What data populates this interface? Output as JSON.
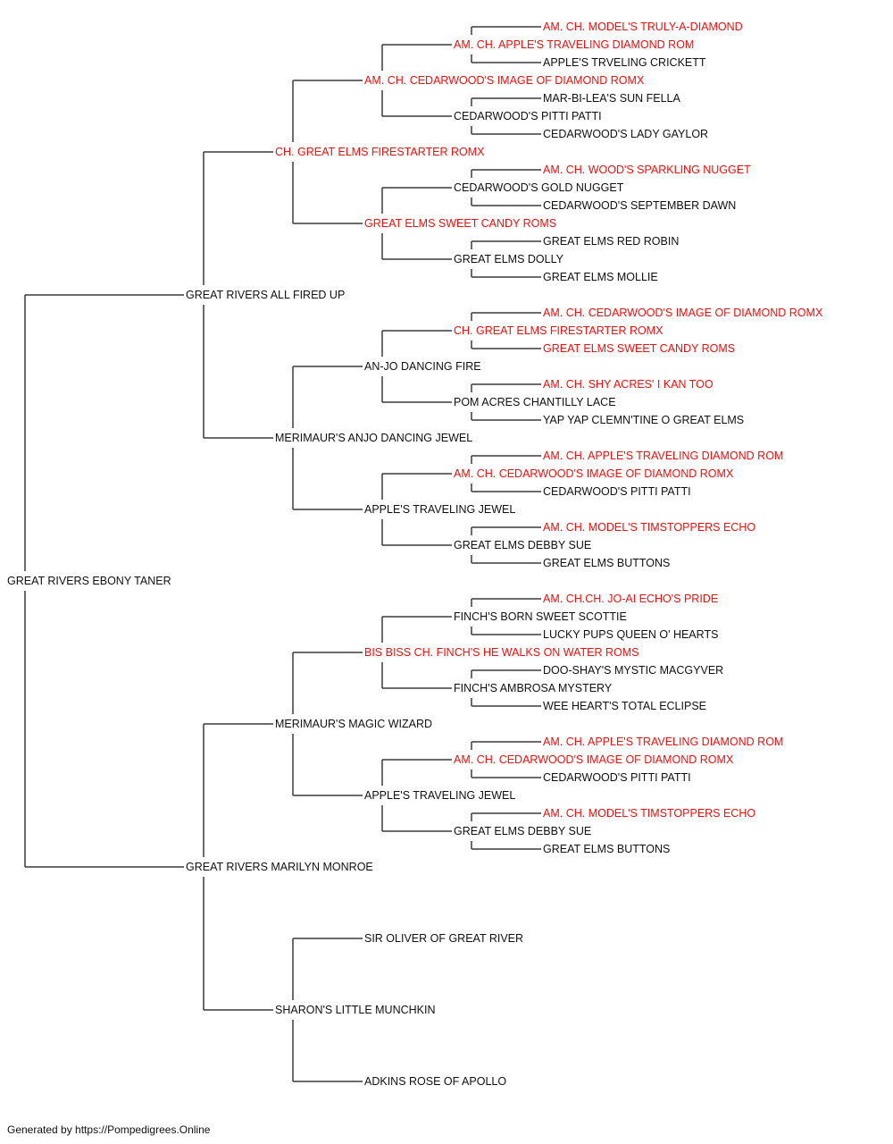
{
  "colors": {
    "champion": "#ee1111",
    "normal": "#111111",
    "connector": "#3c3c3c"
  },
  "pedigree": {
    "name": "GREAT RIVERS EBONY TANER",
    "champion": false,
    "sire": {
      "name": "GREAT RIVERS ALL FIRED UP",
      "champion": false,
      "sire": {
        "name": "CH. GREAT ELMS FIRESTARTER ROMX",
        "champion": true,
        "sire": {
          "name": "AM. CH. CEDARWOOD'S IMAGE OF DIAMOND ROMX",
          "champion": true,
          "sire": {
            "name": "AM. CH. APPLE'S TRAVELING DIAMOND ROM",
            "champion": true,
            "sire": {
              "name": "AM. CH. MODEL'S TRULY-A-DIAMOND",
              "champion": true
            },
            "dam": {
              "name": "APPLE'S TRVELING CRICKETT",
              "champion": false
            }
          },
          "dam": {
            "name": "CEDARWOOD'S PITTI PATTI",
            "champion": false,
            "sire": {
              "name": "MAR-BI-LEA'S SUN FELLA",
              "champion": false
            },
            "dam": {
              "name": "CEDARWOOD'S LADY GAYLOR",
              "champion": false
            }
          }
        },
        "dam": {
          "name": "GREAT ELMS SWEET CANDY ROMS",
          "champion": true,
          "sire": {
            "name": "CEDARWOOD'S GOLD NUGGET",
            "champion": false,
            "sire": {
              "name": "AM. CH. WOOD'S SPARKLING NUGGET",
              "champion": true
            },
            "dam": {
              "name": "CEDARWOOD'S SEPTEMBER DAWN",
              "champion": false
            }
          },
          "dam": {
            "name": "GREAT ELMS DOLLY",
            "champion": false,
            "sire": {
              "name": "GREAT ELMS RED ROBIN",
              "champion": false
            },
            "dam": {
              "name": "GREAT ELMS MOLLIE",
              "champion": false
            }
          }
        }
      },
      "dam": {
        "name": "MERIMAUR'S ANJO DANCING JEWEL",
        "champion": false,
        "sire": {
          "name": "AN-JO DANCING FIRE",
          "champion": false,
          "sire": {
            "name": "CH. GREAT ELMS FIRESTARTER ROMX",
            "champion": true,
            "sire": {
              "name": "AM. CH. CEDARWOOD'S IMAGE OF DIAMOND ROMX",
              "champion": true
            },
            "dam": {
              "name": "GREAT ELMS SWEET CANDY ROMS",
              "champion": true
            }
          },
          "dam": {
            "name": "POM ACRES CHANTILLY LACE",
            "champion": false,
            "sire": {
              "name": "AM. CH. SHY ACRES' I KAN TOO",
              "champion": true
            },
            "dam": {
              "name": "YAP YAP CLEMN'TINE O GREAT ELMS",
              "champion": false
            }
          }
        },
        "dam": {
          "name": "APPLE'S TRAVELING JEWEL",
          "champion": false,
          "sire": {
            "name": "AM. CH. CEDARWOOD'S IMAGE OF DIAMOND ROMX",
            "champion": true,
            "sire": {
              "name": "AM. CH. APPLE'S TRAVELING DIAMOND ROM",
              "champion": true
            },
            "dam": {
              "name": "CEDARWOOD'S PITTI PATTI",
              "champion": false
            }
          },
          "dam": {
            "name": "GREAT ELMS DEBBY SUE",
            "champion": false,
            "sire": {
              "name": "AM. CH. MODEL'S TIMSTOPPERS ECHO",
              "champion": true
            },
            "dam": {
              "name": "GREAT ELMS BUTTONS",
              "champion": false
            }
          }
        }
      }
    },
    "dam": {
      "name": "GREAT RIVERS MARILYN MONROE",
      "champion": false,
      "sire": {
        "name": "MERIMAUR'S MAGIC WIZARD",
        "champion": false,
        "sire": {
          "name": "BIS BISS CH. FINCH'S HE WALKS ON WATER ROMS",
          "champion": true,
          "sire": {
            "name": "FINCH'S BORN SWEET SCOTTIE",
            "champion": false,
            "sire": {
              "name": "AM. CH.CH. JO-AI ECHO'S PRIDE",
              "champion": true
            },
            "dam": {
              "name": "LUCKY PUPS QUEEN O' HEARTS",
              "champion": false
            }
          },
          "dam": {
            "name": "FINCH'S AMBROSA MYSTERY",
            "champion": false,
            "sire": {
              "name": "DOO-SHAY'S MYSTIC MACGYVER",
              "champion": false
            },
            "dam": {
              "name": "WEE HEART'S TOTAL ECLIPSE",
              "champion": false
            }
          }
        },
        "dam": {
          "name": "APPLE'S TRAVELING JEWEL",
          "champion": false,
          "sire": {
            "name": "AM. CH. CEDARWOOD'S IMAGE OF DIAMOND ROMX",
            "champion": true,
            "sire": {
              "name": "AM. CH. APPLE'S TRAVELING DIAMOND ROM",
              "champion": true
            },
            "dam": {
              "name": "CEDARWOOD'S PITTI PATTI",
              "champion": false
            }
          },
          "dam": {
            "name": "GREAT ELMS DEBBY SUE",
            "champion": false,
            "sire": {
              "name": "AM. CH. MODEL'S TIMSTOPPERS ECHO",
              "champion": true
            },
            "dam": {
              "name": "GREAT ELMS BUTTONS",
              "champion": false
            }
          }
        }
      },
      "dam": {
        "name": "SHARON'S LITTLE MUNCHKIN",
        "champion": false,
        "sire": {
          "name": "SIR OLIVER OF GREAT RIVER",
          "champion": false
        },
        "dam": {
          "name": "ADKINS ROSE OF APOLLO",
          "champion": false
        }
      }
    }
  },
  "footer": "Generated by https://Pompedigrees.Online"
}
